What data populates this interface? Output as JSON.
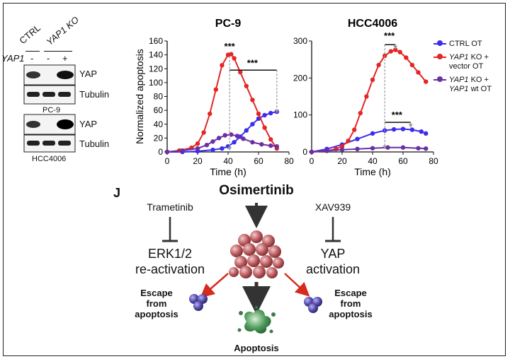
{
  "blots": {
    "ctrl_label": "CTRL",
    "ko_label": "YAP1 KO",
    "yap1_row_label": "YAP1",
    "signs": [
      "-",
      "-",
      "+"
    ],
    "yap_label": "YAP",
    "tubulin_label": "Tubulin",
    "cell_line_1": "PC-9",
    "cell_line_2": "HCC4006"
  },
  "chart_data": [
    {
      "type": "line",
      "title": "PC-9",
      "xlabel": "Time (h)",
      "ylabel": "Normalized apoptosis",
      "xlim": [
        0,
        80
      ],
      "ylim": [
        0,
        160
      ],
      "xticks": [
        0,
        20,
        40,
        60,
        80
      ],
      "yticks": [
        0,
        20,
        40,
        60,
        80,
        100,
        120,
        140,
        160
      ],
      "annotation_labels": [
        "***",
        "***"
      ],
      "series": [
        {
          "name": "CTRL OT",
          "color": "#3b2cf0",
          "x": [
            0,
            10,
            20,
            30,
            36,
            40,
            44,
            48,
            52,
            56,
            60,
            64,
            68,
            72
          ],
          "y": [
            0,
            0,
            1,
            3,
            5,
            8,
            14,
            22,
            31,
            40,
            48,
            53,
            56,
            58
          ]
        },
        {
          "name": "YAP1 KO + vector OT",
          "color": "#e32626",
          "x": [
            0,
            8,
            16,
            20,
            24,
            28,
            32,
            36,
            40,
            42,
            44,
            48,
            52,
            56,
            60,
            64,
            68,
            72
          ],
          "y": [
            0,
            2,
            6,
            12,
            28,
            55,
            90,
            125,
            140,
            141,
            135,
            115,
            95,
            75,
            55,
            35,
            18,
            5
          ]
        },
        {
          "name": "YAP1 KO + YAP1 wt OT",
          "color": "#6b2fa3",
          "x": [
            0,
            10,
            20,
            26,
            30,
            34,
            38,
            42,
            46,
            50,
            56,
            62,
            68,
            72
          ],
          "y": [
            0,
            2,
            5,
            10,
            15,
            20,
            24,
            25,
            23,
            19,
            14,
            11,
            9,
            8
          ]
        }
      ]
    },
    {
      "type": "line",
      "title": "HCC4006",
      "xlabel": "Time (h)",
      "ylabel": "",
      "xlim": [
        0,
        80
      ],
      "ylim": [
        0,
        300
      ],
      "xticks": [
        0,
        20,
        40,
        60,
        80
      ],
      "yticks": [
        0,
        100,
        200,
        300
      ],
      "annotation_labels": [
        "***",
        "***"
      ],
      "series": [
        {
          "name": "CTRL OT",
          "color": "#3b2cf0",
          "x": [
            0,
            10,
            20,
            30,
            40,
            48,
            54,
            60,
            66,
            72,
            75
          ],
          "y": [
            0,
            8,
            20,
            35,
            50,
            58,
            61,
            62,
            60,
            55,
            50
          ]
        },
        {
          "name": "YAP1 KO + vector OT",
          "color": "#e32626",
          "x": [
            0,
            10,
            16,
            20,
            24,
            28,
            32,
            36,
            40,
            44,
            48,
            52,
            55,
            58,
            62,
            66,
            70,
            75
          ],
          "y": [
            0,
            3,
            8,
            15,
            30,
            60,
            105,
            150,
            195,
            235,
            260,
            272,
            276,
            270,
            255,
            235,
            215,
            190
          ]
        },
        {
          "name": "YAP1 KO + YAP1 wt OT",
          "color": "#6b2fa3",
          "x": [
            0,
            10,
            20,
            30,
            40,
            50,
            60,
            70,
            75
          ],
          "y": [
            0,
            3,
            6,
            8,
            10,
            12,
            12,
            10,
            9
          ]
        }
      ]
    }
  ],
  "legend": {
    "items": [
      {
        "prefix": "CTRL OT",
        "suffix": "",
        "color": "#3b2cf0"
      },
      {
        "prefix": "YAP1",
        "rest": " KO +",
        "line2": "vector OT",
        "color": "#e32626"
      },
      {
        "prefix": "YAP1",
        "rest": " KO +",
        "line2_italic": "YAP1",
        "line2_rest": " wt OT",
        "color": "#6b2fa3"
      }
    ]
  },
  "diagram": {
    "panel_letter": "J",
    "top_drug": "Osimertinib",
    "left_drug": "Trametinib",
    "right_drug": "XAV939",
    "left_process_1": "ERK1/2",
    "left_process_2": "re-activation",
    "right_process_1": "YAP",
    "right_process_2": "activation",
    "escape_l1": "Escape",
    "escape_l2": "from",
    "escape_l3": "apoptosis",
    "outcome": "Apoptosis"
  }
}
